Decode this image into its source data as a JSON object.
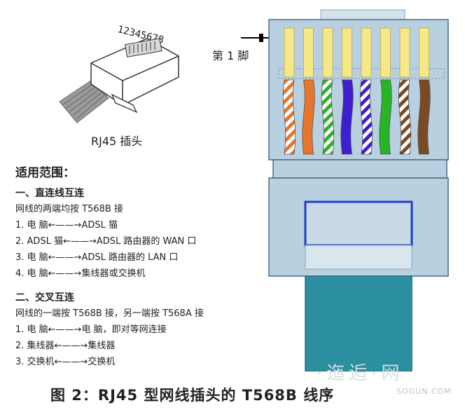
{
  "left_plug": {
    "pin_numbers": "12345678",
    "label": "RJ45 插头"
  },
  "scope_title": "适用范围：",
  "section1": {
    "title": "一、直连线互连",
    "rule": "网线的两端均按 T568B 接",
    "items": [
      "1. 电  脑←——→ADSL 猫",
      "2. ADSL 猫←——→ADSL 路由器的 WAN 口",
      "3. 电  脑←——→ADSL 路由器的 LAN 口",
      "4. 电  脑←——→集线器或交换机"
    ]
  },
  "section2": {
    "title": "二、交叉互连",
    "rule": "网线的一端按 T568B 接，另一端按 T568A 接",
    "items": [
      "1. 电  脑←——→电  脑，即对等网连接",
      "2. 集线器←——→集线器",
      "3. 交换机←——→交换机"
    ]
  },
  "connector": {
    "pin1_label": "第 1 脚",
    "wires": [
      {
        "name": "white-orange",
        "base": "#ffffff",
        "stripe": "#e8762a"
      },
      {
        "name": "orange",
        "base": "#e8762a",
        "stripe": ""
      },
      {
        "name": "white-green",
        "base": "#ffffff",
        "stripe": "#2bb12b"
      },
      {
        "name": "blue",
        "base": "#3d1fd1",
        "stripe": ""
      },
      {
        "name": "white-blue",
        "base": "#ffffff",
        "stripe": "#3d1fd1"
      },
      {
        "name": "green",
        "base": "#27b427",
        "stripe": ""
      },
      {
        "name": "white-brown",
        "base": "#ffffff",
        "stripe": "#7a4a22"
      },
      {
        "name": "brown",
        "base": "#7a4a22",
        "stripe": ""
      }
    ],
    "body_color": "#b9d0e0",
    "contact_color": "#f6e889",
    "boot_color": "#2b8fa0"
  },
  "caption": "图 2：RJ45 型网线插头的 T568B 线序",
  "watermark": {
    "script": "·迤逅·网",
    "url": "SOGUN.COM"
  }
}
